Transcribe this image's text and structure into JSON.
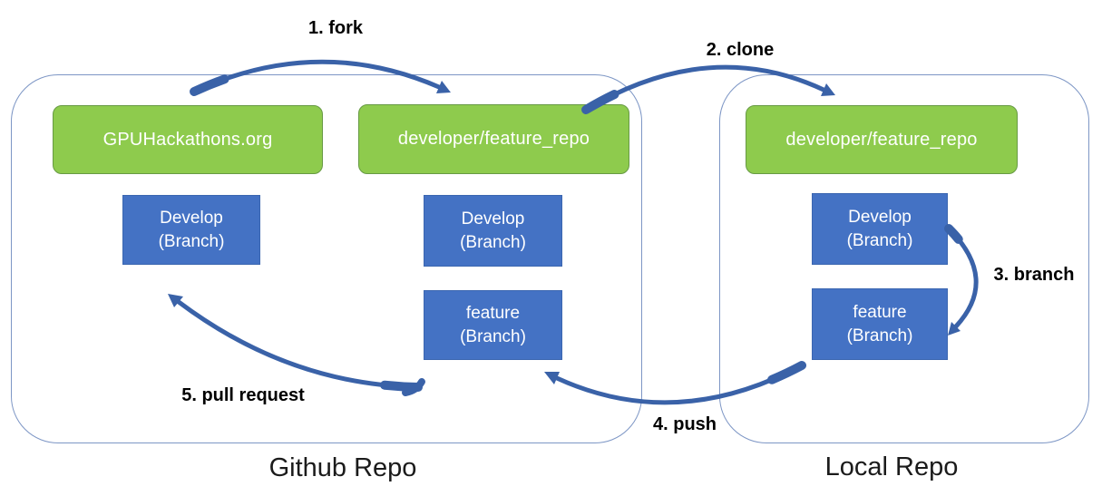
{
  "colors": {
    "background": "#ffffff",
    "green_fill": "#8ecb4d",
    "green_border": "#679a44",
    "blue_fill": "#4472c4",
    "blue_border": "#3b66b0",
    "arrow": "#3a62a8",
    "container_border": "#7d96c5",
    "step_label": "#000000",
    "repo_label": "#1b1b1b",
    "node_text": "#ffffff"
  },
  "containers": {
    "github": {
      "label": "Github Repo"
    },
    "local": {
      "label": "Local Repo"
    }
  },
  "repos": {
    "upstream": {
      "label": "GPUHackathons.org"
    },
    "github_fork": {
      "label": "developer/feature_repo"
    },
    "local_clone": {
      "label": "developer/feature_repo"
    }
  },
  "branches": {
    "github_develop": {
      "name": "Develop",
      "kind": "(Branch)"
    },
    "mid_develop": {
      "name": "Develop",
      "kind": "(Branch)"
    },
    "mid_feature": {
      "name": "feature",
      "kind": "(Branch)"
    },
    "local_develop": {
      "name": "Develop",
      "kind": "(Branch)"
    },
    "local_feature": {
      "name": "feature",
      "kind": "(Branch)"
    }
  },
  "steps": {
    "fork": {
      "label": "1. fork"
    },
    "clone": {
      "label": "2. clone"
    },
    "branch": {
      "label": "3. branch"
    },
    "push": {
      "label": "4. push"
    },
    "pull_request": {
      "label": "5. pull request"
    }
  }
}
